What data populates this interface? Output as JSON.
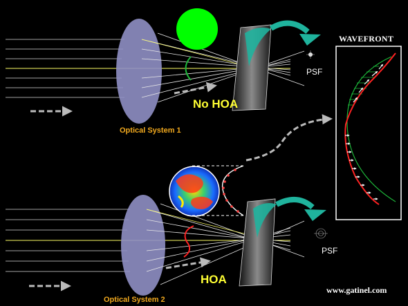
{
  "labels": {
    "system1": "Optical System 1",
    "system2": "Optical System 2",
    "no_hoa": "No HOA",
    "hoa": "HOA",
    "psf_top": "PSF",
    "psf_bottom": "PSF",
    "wavefront_title": "WAVEFRONT",
    "website": "www.gatinel.com"
  },
  "colors": {
    "background": "#000000",
    "lens": "#8f8fc4",
    "ideal_wavefront": "#1db83a",
    "aberrated_wavefront": "#ff2222",
    "green_disc": "#00ff00",
    "arrow_teal": "#1fb39d",
    "ray": "#ffffff",
    "axis_ray": "#ffff66",
    "label_orange": "#f0a81e",
    "label_yellow": "#ffff33"
  }
}
